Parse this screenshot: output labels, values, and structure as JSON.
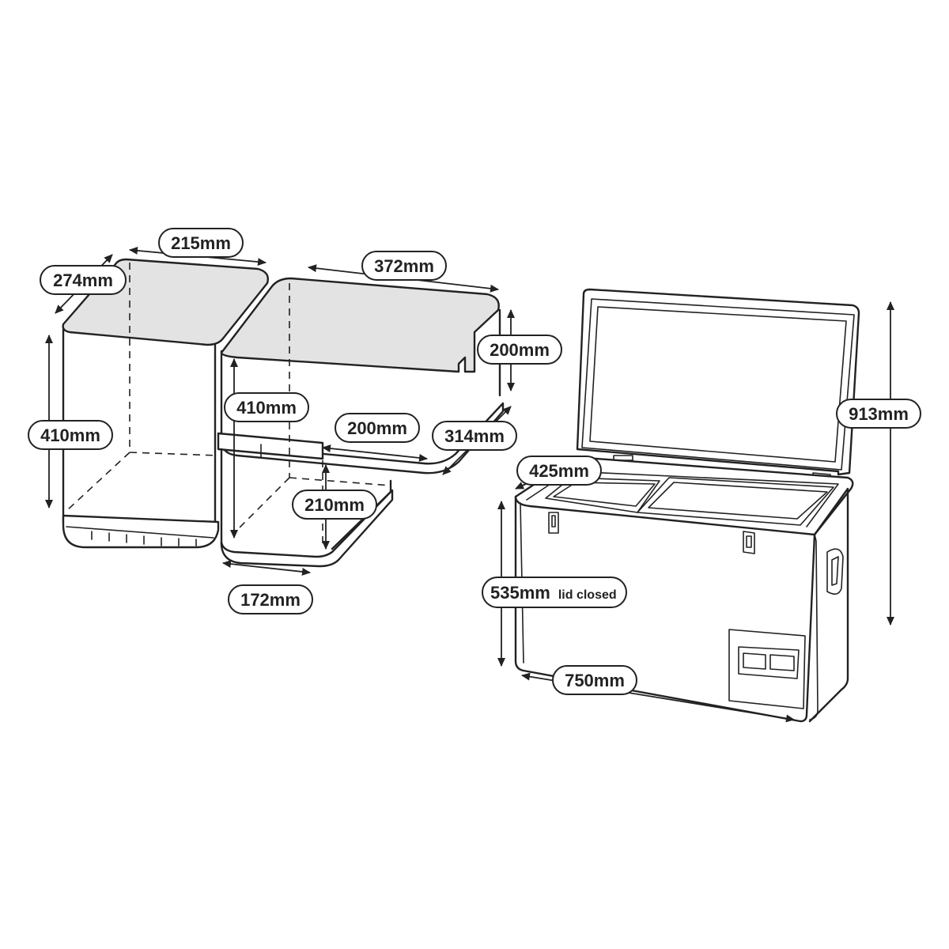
{
  "labels": {
    "left_width": "215mm",
    "left_depth": "274mm",
    "left_height": "410mm",
    "right_width": "372mm",
    "right_upper_height": "200mm",
    "right_height": "410mm",
    "right_inner_width": "200mm",
    "right_depth": "314mm",
    "right_lower_height": "210mm",
    "right_base": "172mm",
    "fridge_depth": "425mm",
    "fridge_height": "535mm",
    "fridge_height_note": "lid closed",
    "fridge_width": "750mm",
    "fridge_total_height": "913mm"
  }
}
